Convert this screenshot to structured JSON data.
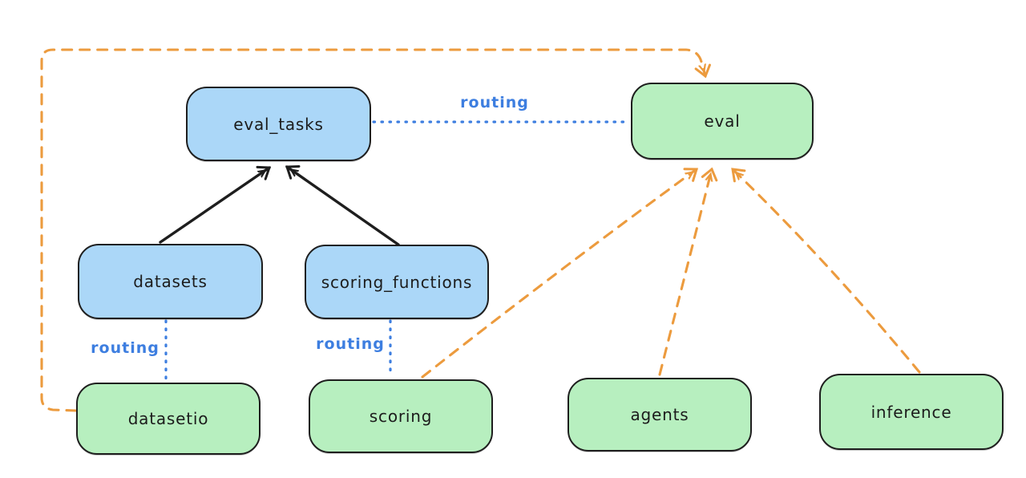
{
  "diagram": {
    "title": "",
    "background_color": "#ffffff",
    "colors": {
      "node_blue_fill": "#abd7f8",
      "node_green_fill": "#b7efbf",
      "node_stroke": "#1e1e1e",
      "solid_arrow": "#1e1e1e",
      "dashed_arrow_orange": "#ec9b3e",
      "dotted_routing_blue": "#3d7ee0"
    },
    "nodes": [
      {
        "id": "eval_tasks",
        "label": "eval_tasks",
        "color": "blue"
      },
      {
        "id": "eval",
        "label": "eval",
        "color": "green"
      },
      {
        "id": "datasets",
        "label": "datasets",
        "color": "blue"
      },
      {
        "id": "scoring_functions",
        "label": "scoring_functions",
        "color": "blue"
      },
      {
        "id": "datasetio",
        "label": "datasetio",
        "color": "green"
      },
      {
        "id": "scoring",
        "label": "scoring",
        "color": "green"
      },
      {
        "id": "agents",
        "label": "agents",
        "color": "green"
      },
      {
        "id": "inference",
        "label": "inference",
        "color": "green"
      }
    ],
    "edges": [
      {
        "from": "datasets",
        "to": "eval_tasks",
        "style": "solid-black-arrow",
        "label": ""
      },
      {
        "from": "scoring_functions",
        "to": "eval_tasks",
        "style": "solid-black-arrow",
        "label": ""
      },
      {
        "from": "eval_tasks",
        "to": "eval",
        "style": "dotted-blue",
        "label": "routing"
      },
      {
        "from": "datasets",
        "to": "datasetio",
        "style": "dotted-blue",
        "label": "routing"
      },
      {
        "from": "scoring_functions",
        "to": "scoring",
        "style": "dotted-blue",
        "label": "routing"
      },
      {
        "from": "datasetio",
        "to": "eval",
        "style": "dashed-orange-arrow",
        "label": ""
      },
      {
        "from": "scoring",
        "to": "eval",
        "style": "dashed-orange-arrow",
        "label": ""
      },
      {
        "from": "agents",
        "to": "eval",
        "style": "dashed-orange-arrow",
        "label": ""
      },
      {
        "from": "inference",
        "to": "eval",
        "style": "dashed-orange-arrow",
        "label": ""
      }
    ]
  }
}
